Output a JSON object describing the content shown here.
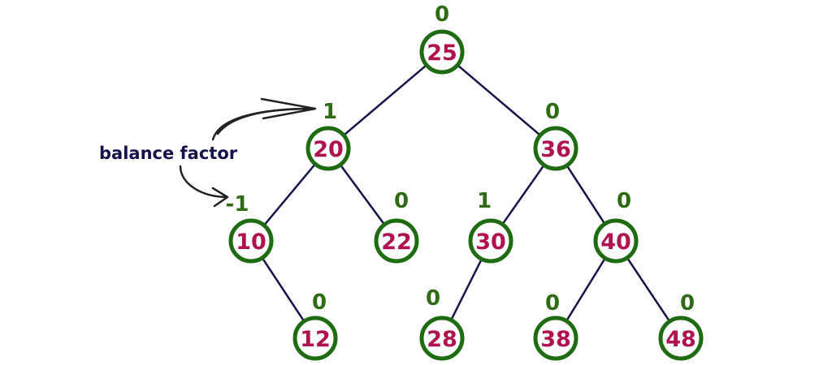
{
  "annotation": {
    "label": "balance factor"
  },
  "tree": {
    "nodes": [
      {
        "id": "n25",
        "value": "25",
        "balance": "0"
      },
      {
        "id": "n20",
        "value": "20",
        "balance": "1"
      },
      {
        "id": "n36",
        "value": "36",
        "balance": "0"
      },
      {
        "id": "n10",
        "value": "10",
        "balance": "-1"
      },
      {
        "id": "n22",
        "value": "22",
        "balance": "0"
      },
      {
        "id": "n30",
        "value": "30",
        "balance": "1"
      },
      {
        "id": "n40",
        "value": "40",
        "balance": "0"
      },
      {
        "id": "n12",
        "value": "12",
        "balance": "0"
      },
      {
        "id": "n28",
        "value": "28",
        "balance": "0"
      },
      {
        "id": "n38",
        "value": "38",
        "balance": "0"
      },
      {
        "id": "n48",
        "value": "48",
        "balance": "0"
      }
    ],
    "edges": [
      {
        "from": "n25",
        "to": "n20"
      },
      {
        "from": "n25",
        "to": "n36"
      },
      {
        "from": "n20",
        "to": "n10"
      },
      {
        "from": "n20",
        "to": "n22"
      },
      {
        "from": "n36",
        "to": "n30"
      },
      {
        "from": "n36",
        "to": "n40"
      },
      {
        "from": "n10",
        "to": "n12"
      },
      {
        "from": "n30",
        "to": "n28"
      },
      {
        "from": "n40",
        "to": "n38"
      },
      {
        "from": "n40",
        "to": "n48"
      }
    ]
  },
  "colors": {
    "node_border": "#1e6b12",
    "node_value": "#b0124f",
    "balance_factor": "#2e6b14",
    "edge": "#15124a",
    "annotation": "#15124a"
  }
}
